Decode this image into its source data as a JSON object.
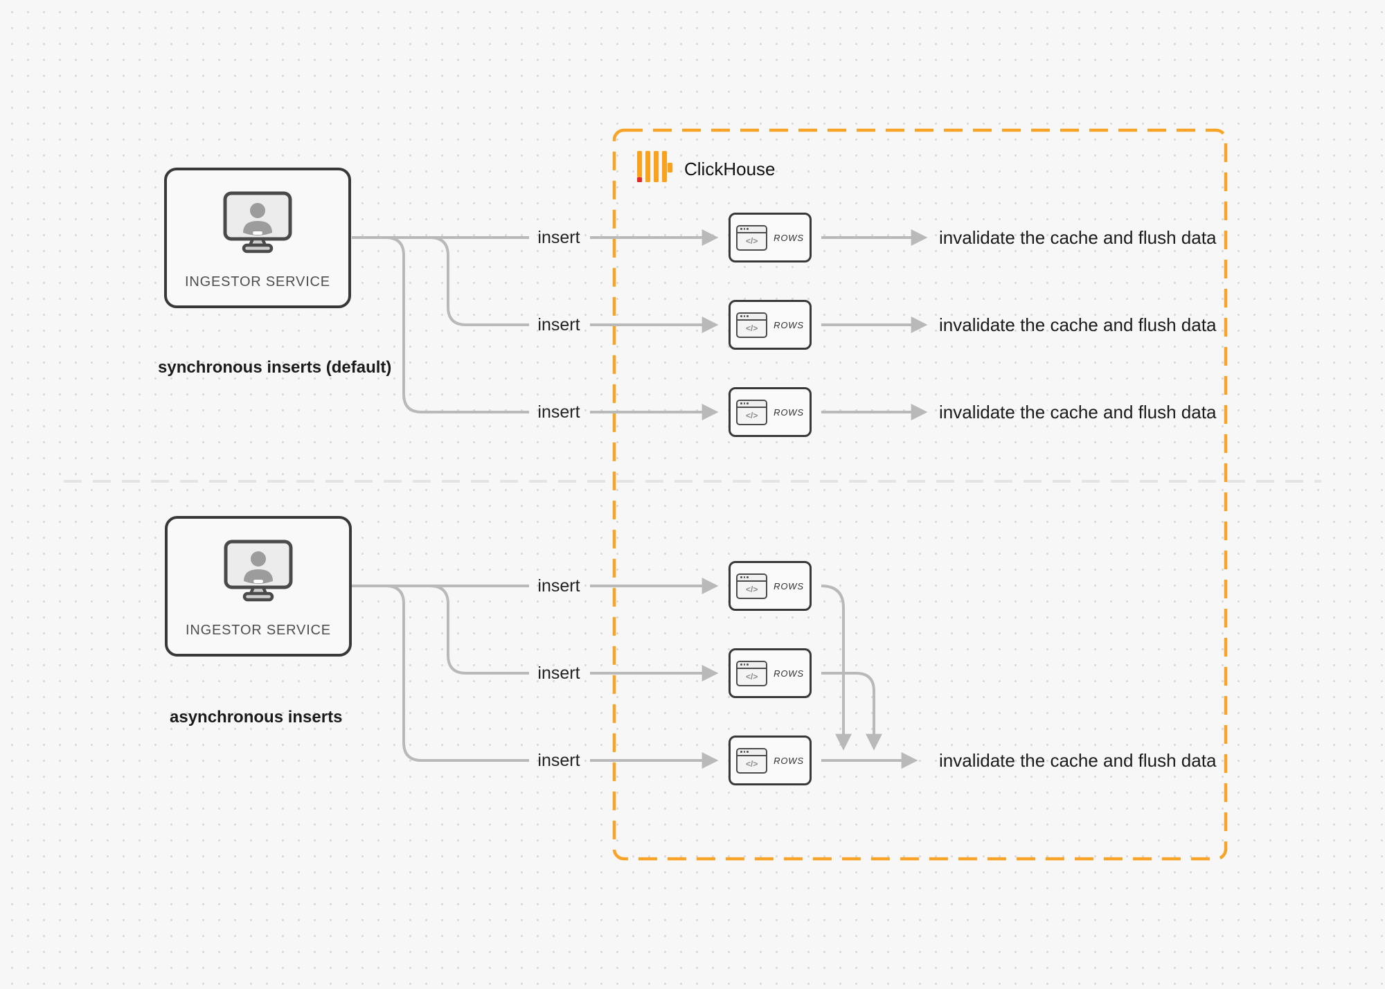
{
  "colors": {
    "bg": "#f7f7f7",
    "dot": "#d9d9d9",
    "ink": "#1a1a1a",
    "dark-border": "#383838",
    "connector": "#b9b9b9",
    "accent-orange": "#F7A428",
    "logo-yellow": "#FAA21B",
    "logo-red": "#E12A28",
    "divider": "#e3e3e3"
  },
  "clickhouse": {
    "label": "ClickHouse"
  },
  "sections": [
    {
      "name": "synchronous",
      "caption": "synchronous inserts (default)",
      "service": {
        "label": "INGESTOR SERVICE"
      },
      "rows": [
        {
          "insert_label": "insert",
          "card_label": "ROWS",
          "result_label": "invalidate the cache and flush data"
        },
        {
          "insert_label": "insert",
          "card_label": "ROWS",
          "result_label": "invalidate the cache and flush data"
        },
        {
          "insert_label": "insert",
          "card_label": "ROWS",
          "result_label": "invalidate the cache and flush data"
        }
      ]
    },
    {
      "name": "asynchronous",
      "caption": "asynchronous inserts",
      "service": {
        "label": "INGESTOR SERVICE"
      },
      "rows": [
        {
          "insert_label": "insert",
          "card_label": "ROWS"
        },
        {
          "insert_label": "insert",
          "card_label": "ROWS"
        },
        {
          "insert_label": "insert",
          "card_label": "ROWS",
          "result_label": "invalidate the cache and flush data"
        }
      ]
    }
  ]
}
